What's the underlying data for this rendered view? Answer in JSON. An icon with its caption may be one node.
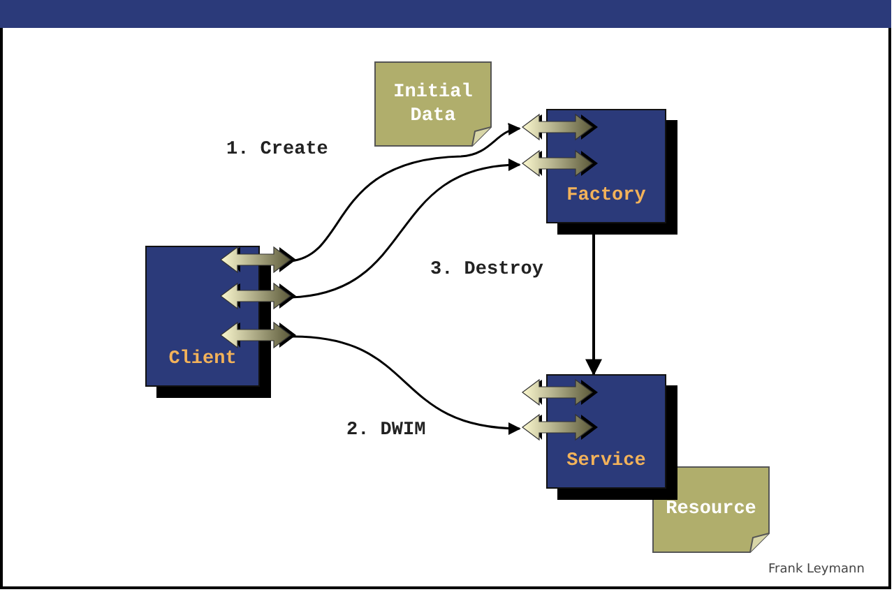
{
  "diagram": {
    "nodes": [
      {
        "text": [
          "Initial Data"
        ]
      },
      {
        "text": [
          "Factory"
        ]
      },
      {
        "text": [
          "Client"
        ]
      },
      {
        "text": [
          "Service"
        ]
      },
      {
        "text": [
          "Resource"
        ]
      }
    ],
    "edges": [
      {
        "from": 2,
        "to": 1,
        "arrow": "to",
        "label": "1. Create"
      },
      {
        "from": 2,
        "to": 1,
        "arrow": "to",
        "label": "3. Destroy"
      },
      {
        "from": 1,
        "to": 3,
        "arrow": "to"
      },
      {
        "from": 2,
        "to": 3,
        "arrow": "to",
        "label": "2. DWIM"
      }
    ],
    "labels": [
      "Frank Leymann"
    ]
  }
}
